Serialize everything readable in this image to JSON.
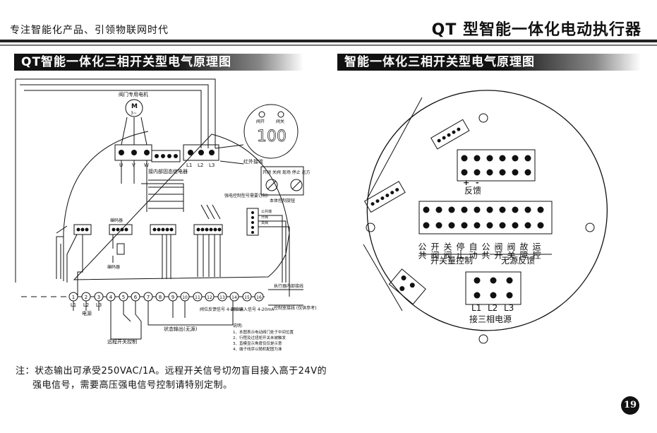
{
  "header": {
    "slogan": "专注智能化产品、引领物联网时代",
    "title": "QT 型智能一体化电动执行器"
  },
  "sections": {
    "left_title": "QT智能一体化三相开关型电气原理图",
    "right_title": "智能一体化三相开关型电气原理图"
  },
  "left_diagram": {
    "motor_label": "阀门专用电机",
    "motor_symbol": "M",
    "motor_phase": "3~",
    "motor_terms": [
      "U",
      "V",
      "W"
    ],
    "power_terms": [
      "L1",
      "L2",
      "L3"
    ],
    "relay_label": "接内部固态继电器",
    "ir_label": "红外接收",
    "display_open": "阀开",
    "display_close": "阀关",
    "display_value": "100",
    "knob_labels": "开阀 关阀 现场 停止 远方",
    "local_knob": "本体控制旋钮",
    "encoder1": "编码器",
    "encoder2": "编码器",
    "custom_note": "强电控制型号需要订制!",
    "side_labels": [
      "公共端",
      "开阀",
      "关阀"
    ],
    "term_numbers": [
      "1",
      "2",
      "3",
      "4",
      "5",
      "6",
      "7",
      "8",
      "9",
      "10",
      "11",
      "12",
      "13",
      "14",
      "15",
      "16"
    ],
    "power_label": "电源",
    "remote_ctrl": "远程开关控制",
    "status_out": "状态输出(无源)",
    "feedback_sig": "阀位反馈信号 4-20mA",
    "input_sig": "阀位输入信号 4-20mA",
    "inner_wire": "执行器内部接线",
    "ctrl_box": "控制室接线 (仅供参考)",
    "legend_title": "说明:",
    "legend_lines": [
      "1、本图表示电动阀门处于中间位置",
      "2、行程及过扭矩开关未被触发",
      "3、直模显示角度仅仅是示意",
      "4、端子线序以随机配图为准"
    ]
  },
  "right_diagram": {
    "feedback_label": "反馈",
    "plus": "+",
    "minus": "-",
    "big_block_labels": [
      "公共",
      "开阀",
      "关阀",
      "停止",
      "自动",
      "公共",
      "阀开",
      "阀关",
      "故障",
      "运控"
    ],
    "switch_ctrl": "开关量控制",
    "passive_fb": "无源反馈",
    "power_terms": [
      "L1",
      "L2",
      "L3"
    ],
    "power_label": "接三相电源"
  },
  "note": {
    "line1": "注：状态输出可承受250VAC/1A。远程开关信号切勿盲目接入高于24V的",
    "line2": "强电信号，需要高压强电信号控制请特别定制。"
  },
  "page_number": "19"
}
